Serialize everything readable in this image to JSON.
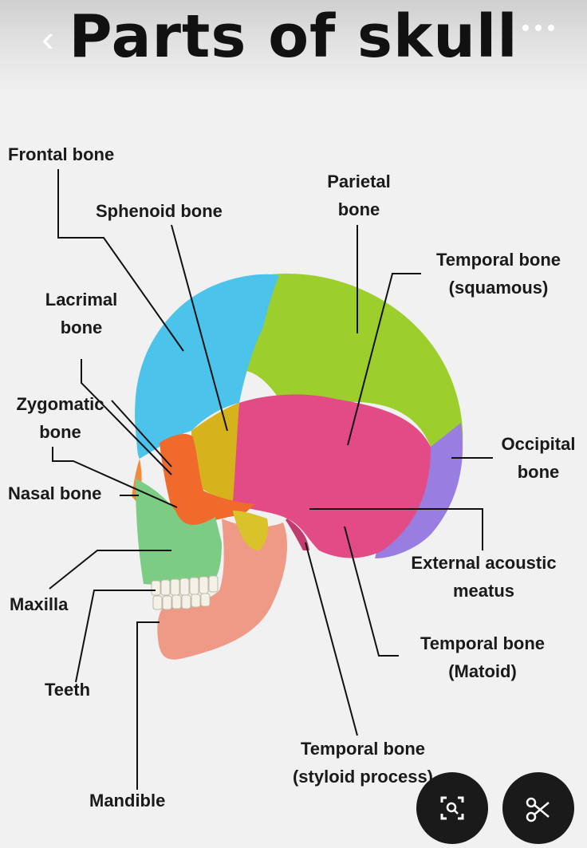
{
  "title": "Parts of skull",
  "labels": {
    "frontal": "Frontal bone",
    "sphenoid": "Sphenoid bone",
    "parietal_1": "Parietal",
    "parietal_2": "bone",
    "temporal_squamous_1": "Temporal bone",
    "temporal_squamous_2": "(squamous)",
    "lacrimal_1": "Lacrimal",
    "lacrimal_2": "bone",
    "zygomatic_1": "Zygomatic",
    "zygomatic_2": "bone",
    "occipital_1": "Occipital",
    "occipital_2": "bone",
    "nasal": "Nasal bone",
    "external_acoustic_1": "External acoustic",
    "external_acoustic_2": "meatus",
    "maxilla": "Maxilla",
    "temporal_mastoid_1": "Temporal bone",
    "temporal_mastoid_2": "(Matoid)",
    "teeth": "Teeth",
    "temporal_styloid_1": "Temporal bone",
    "temporal_styloid_2": "(styloid process)",
    "mandible": "Mandible"
  },
  "icons": {
    "back": "chevron-left-icon",
    "more": "more-dots-icon",
    "lens": "lens-search-icon",
    "scissors": "scissors-icon"
  },
  "colors": {
    "frontal": "#4cc3ea",
    "parietal": "#9ccf2c",
    "temporal": "#e34b86",
    "sphenoid": "#d6b31c",
    "occipital": "#9a7de0",
    "zygomatic": "#f06a2c",
    "maxilla": "#7dcc83",
    "mandible": "#ee9a86",
    "teeth": "#f4f2e6"
  }
}
